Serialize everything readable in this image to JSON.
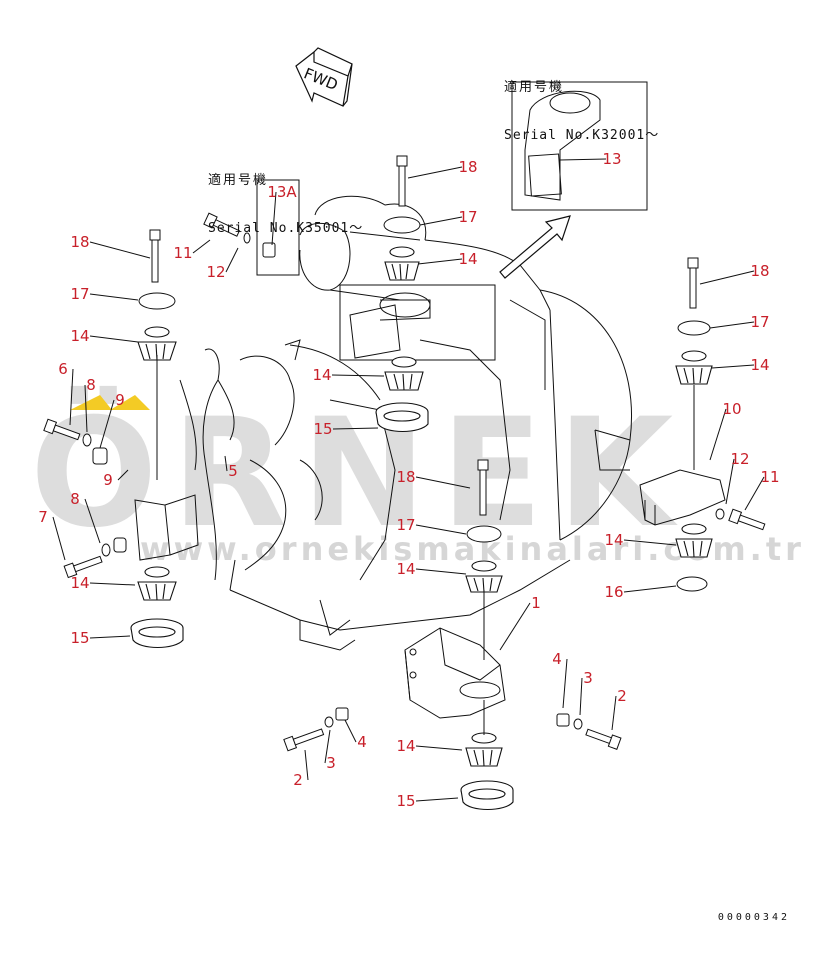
{
  "fwd_label": "FWD",
  "serial_notes": [
    {
      "line1": "適用号機",
      "line2": "Serial No.K32001～"
    },
    {
      "line1": "適用号機",
      "line2": "Serial No.K35001～"
    }
  ],
  "watermark": {
    "brand": "ÖRNEK",
    "url": "www.ornekismakinalari.com.tr"
  },
  "document_id": "00000342",
  "callouts": [
    "18",
    "17",
    "14",
    "13",
    "13A",
    "11",
    "12",
    "18",
    "17",
    "14",
    "14",
    "15",
    "6",
    "8",
    "9",
    "9",
    "5",
    "8",
    "7",
    "14",
    "15",
    "18",
    "17",
    "14",
    "1",
    "18",
    "17",
    "14",
    "10",
    "12",
    "11",
    "14",
    "16",
    "4",
    "3",
    "2",
    "2",
    "3",
    "4",
    "14",
    "15"
  ],
  "colors": {
    "callout": "#c8202a",
    "line": "#111111",
    "watermark": "#d6d6d6",
    "watermark_accent": "#f2c200"
  }
}
